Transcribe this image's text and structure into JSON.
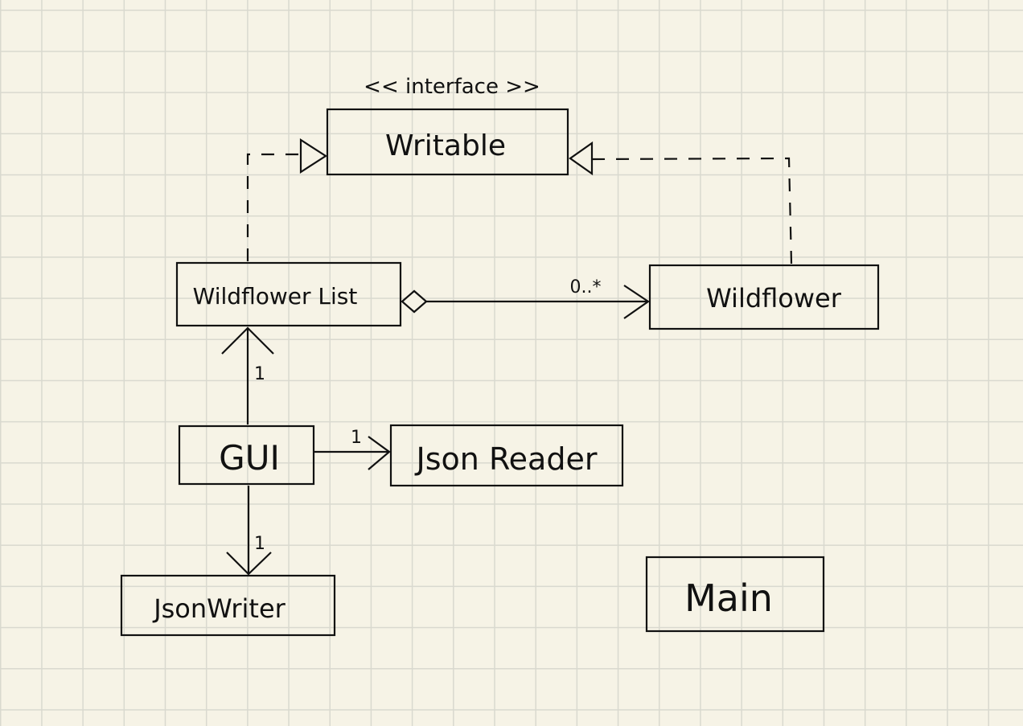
{
  "diagram": {
    "stereotype": "<< interface >>",
    "classes": {
      "writable": "Writable",
      "wildflower_list": "Wildflower List",
      "wildflower": "Wildflower",
      "gui": "GUI",
      "json_reader": "Json Reader",
      "json_writer": "JsonWriter",
      "main": "Main"
    },
    "multiplicities": {
      "list_to_wildflower": "0..*",
      "gui_to_list": "1",
      "gui_to_reader": "1",
      "gui_to_writer": "1"
    }
  }
}
